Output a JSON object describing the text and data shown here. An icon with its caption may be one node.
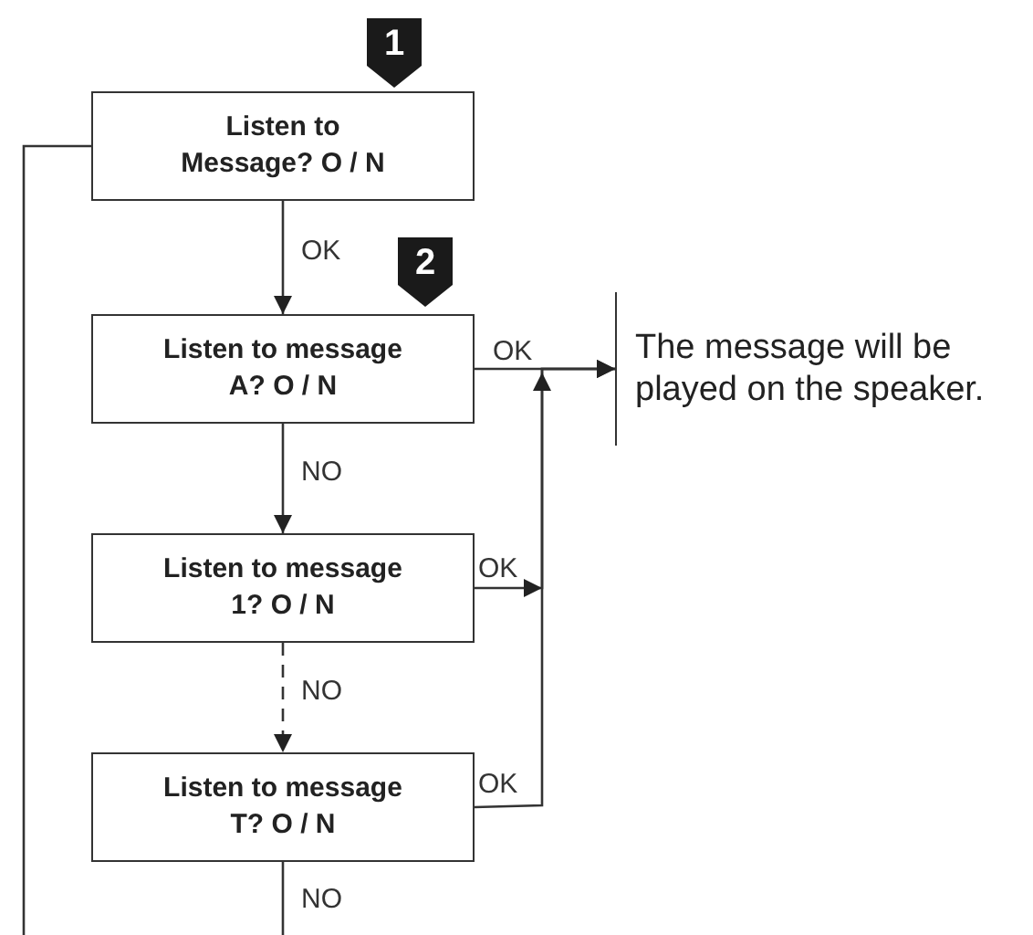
{
  "diagram": {
    "nodes": [
      {
        "text": [
          "Listen to Message? O / N"
        ]
      },
      {
        "text": [
          "Listen to message A? O / N"
        ]
      },
      {
        "text": [
          "Listen to message 1? O / N"
        ]
      },
      {
        "text": [
          "Listen to message T? O / N"
        ]
      },
      {
        "text": [
          "The message will be played on the speaker."
        ]
      }
    ],
    "edges": [
      {
        "from": 0,
        "to": 1,
        "arrow": "to",
        "label": "OK"
      },
      {
        "from": 1,
        "to": 4,
        "arrow": "to",
        "label": "OK"
      },
      {
        "from": 1,
        "to": 2,
        "arrow": "to",
        "label": "NO"
      },
      {
        "from": 2,
        "to": 4,
        "arrow": "to",
        "label": "OK"
      },
      {
        "from": 2,
        "to": 3,
        "arrow": "to",
        "label": "NO",
        "style": "dashed"
      },
      {
        "from": 3,
        "to": 4,
        "arrow": "to",
        "label": "OK"
      },
      {
        "from": 3,
        "to": null,
        "arrow": "none",
        "label": "NO"
      },
      {
        "from": 0,
        "to": null,
        "arrow": "none"
      }
    ],
    "labels": [
      "1",
      "2"
    ]
  }
}
